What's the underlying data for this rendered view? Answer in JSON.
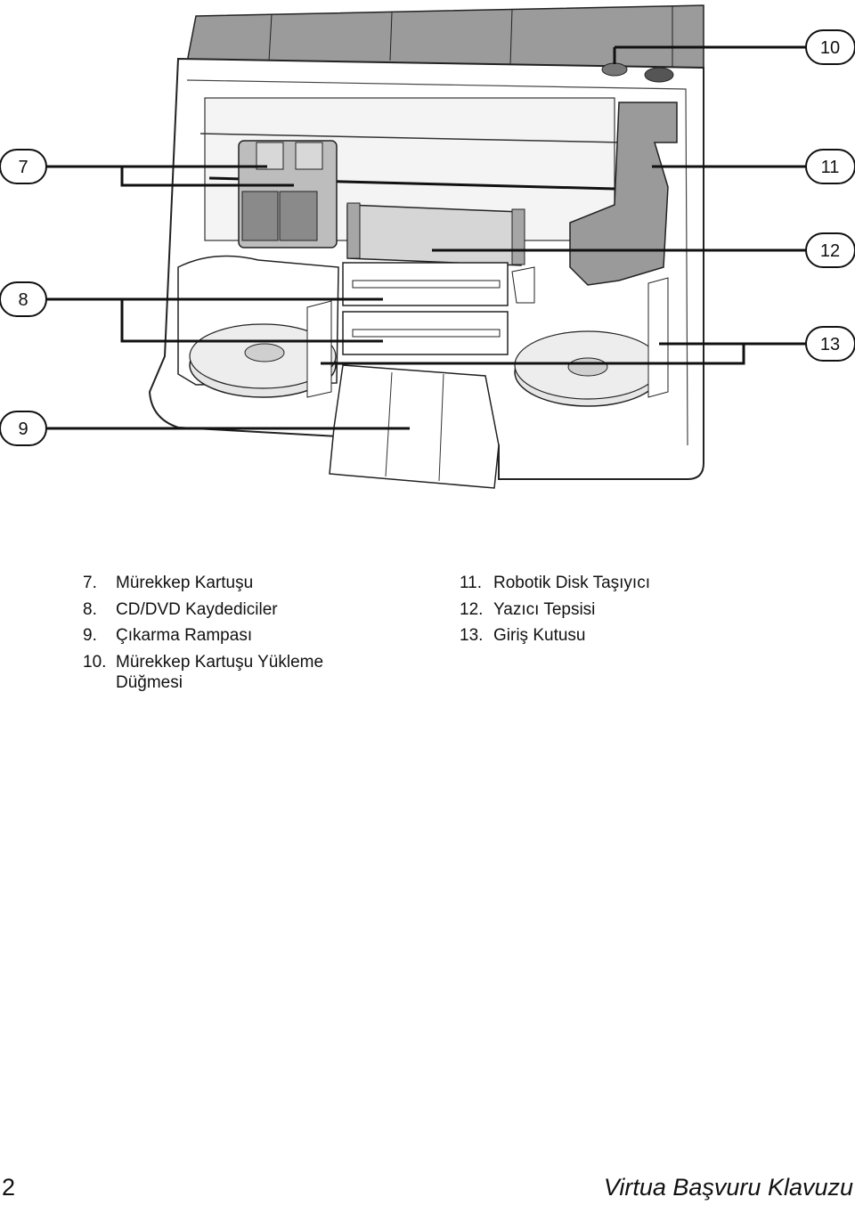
{
  "callouts": [
    "7",
    "8",
    "9",
    "10",
    "11",
    "12",
    "13"
  ],
  "legend_left": [
    {
      "num": "7.",
      "text": "Mürekkep Kartuşu"
    },
    {
      "num": "8.",
      "text": "CD/DVD Kaydediciler"
    },
    {
      "num": "9.",
      "text": "Çıkarma Rampası"
    },
    {
      "num": "10.",
      "text": "Mürekkep Kartuşu Yükleme Düğmesi"
    }
  ],
  "legend_right": [
    {
      "num": "11.",
      "text": "Robotik Disk Taşıyıcı"
    },
    {
      "num": "12.",
      "text": "Yazıcı Tepsisi"
    },
    {
      "num": "13.",
      "text": "Giriş Kutusu"
    }
  ],
  "footer": {
    "page": "2",
    "title": "Virtua Başvuru Klavuzu"
  }
}
